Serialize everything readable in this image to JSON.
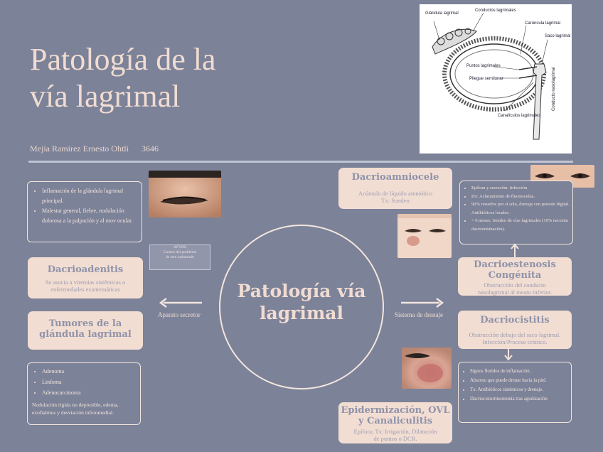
{
  "title_line1": "Patología de la",
  "title_line2": "vía lagrimal",
  "author": "Mejía Ramírez Ernesto Ohtli",
  "author_number": "3646",
  "center": {
    "line1": "Patología vía",
    "line2": "lagrimal"
  },
  "arrows": {
    "left_label": "Aparato secretor",
    "right_label": "Sistema de drenaje"
  },
  "anatomy_labels": {
    "glandula": "Glándula lagrimal",
    "conductos": "Conductos lagrimales",
    "carúncula": "Carúncula lagrimal",
    "saco": "Saco lagrimal",
    "puntos": "Puntos lagrimales",
    "pliegue": "Pliegue semilunar",
    "canaliculos": "Canalículos lagrimales",
    "conducto_nasal": "Conducto nasolagrimal"
  },
  "tiny_note": {
    "line1": "AFVDS",
    "line2": "Cuadro del problema",
    "line3": "de sem cadonezde"
  },
  "left": {
    "dacrioadenitis_list": [
      "Inflamación de la glándula lagrimal principal.",
      "Malestar general, fiebre, nodulación dolorosa a la palpación y al mov ocular."
    ],
    "dacrioadenitis": {
      "title": "Dacrioadenitis",
      "desc": "Se asocia a viremias sistémicas o enfermedades exantemáticas"
    },
    "tumores": {
      "title_line1": "Tumores de la",
      "title_line2": "glándula lagrimal"
    },
    "tumores_list": [
      "Adenoma",
      "Linfoma",
      "Adenocarcinoma"
    ],
    "tumores_note": "Nodulación rígida no depresible, edema, exoftalmos y desviación inferomedial."
  },
  "right": {
    "dacrioamniocele": {
      "title": "Dacrioamniocele",
      "desc_line1": "Acúmulo de líquido amniótico",
      "desc_line2": "Tx: Sondeo"
    },
    "congenita_list": [
      "Epífora y secreción. Infección",
      "Dx: Aclaramiento de fluoresceína.",
      "90% resuelve por sí solo, drenaje con presión digital. Antibióticos locales.",
      "> 6 meses: Sondeo de vías lagrimales (10% necesita dacriointubación)."
    ],
    "congenita": {
      "title_line1": "Dacrioestenosis",
      "title_line2": "Congénita",
      "desc_line1": "Obstrucción del conducto",
      "desc_line2": "nasolagrimal al meato inferior."
    },
    "dacriocistitis": {
      "title": "Dacriocistitis",
      "desc_line1": "Obstrucción debajo del saco lagrimal.",
      "desc_line2": "Infección/Proceso crónico."
    },
    "dacriocistitis_list": [
      "Signos floridos de inflamación.",
      "Absceso que puede drenar hacia la piel.",
      "Tx: Antibióticos sistémicos y drenaje.",
      "Dacriocistorrinostomía tras agudización"
    ],
    "epiderm": {
      "title_line1": "Epidermización, OVL",
      "title_line2": "y Canaliculitis",
      "desc_line1": "Epífora; Tx: Irrigación, Dilatación",
      "desc_line2": "de puntos o DCR."
    }
  },
  "colors": {
    "background": "#7c8298",
    "accent": "#f2ddd3",
    "text_light": "#f3e5de"
  }
}
